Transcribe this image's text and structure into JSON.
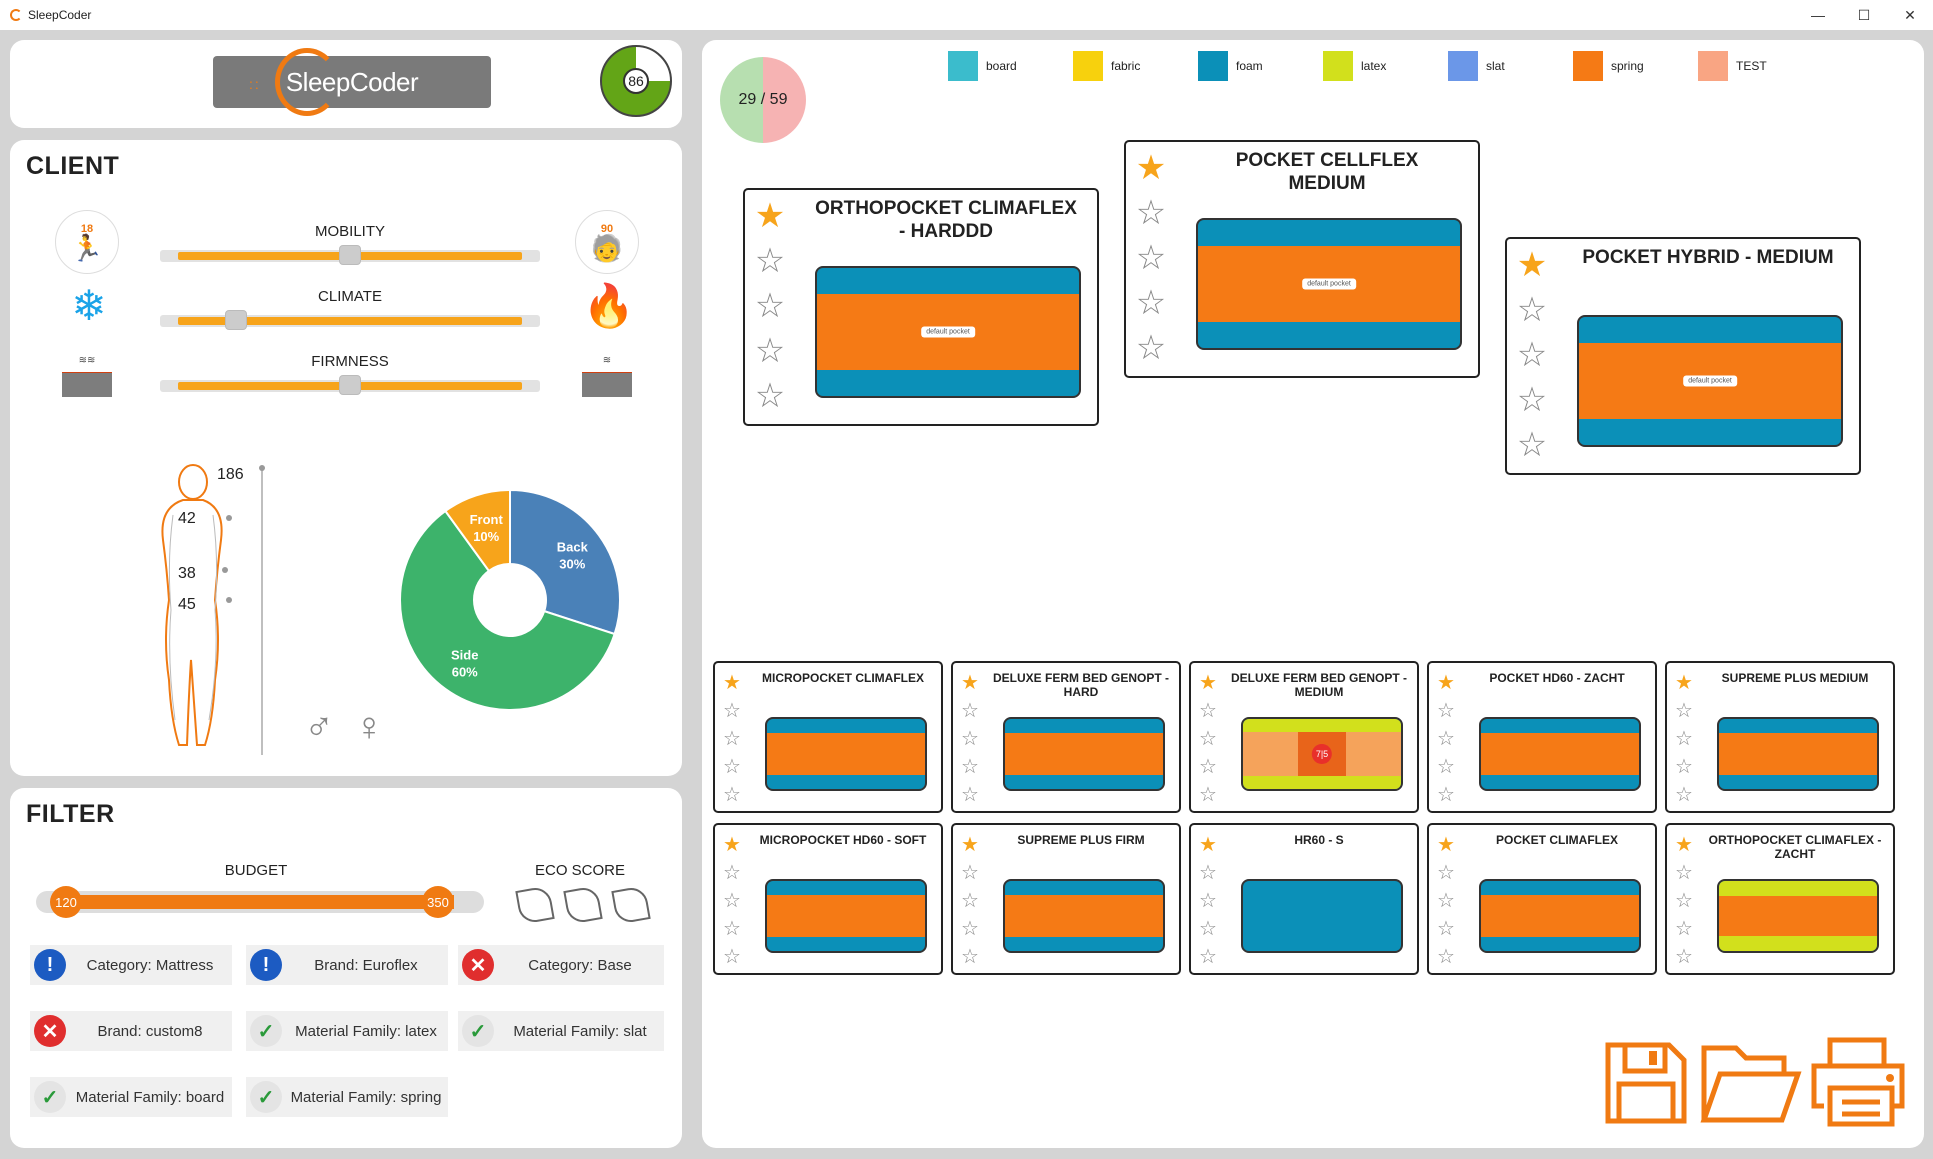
{
  "window": {
    "title": "SleepCoder",
    "minimize": "—",
    "maximize": "☐",
    "close": "✕"
  },
  "logo": {
    "text": "SleepCoder",
    "dots": "::"
  },
  "score": {
    "value": "86",
    "fraction": 0.75
  },
  "client": {
    "title": "CLIENT",
    "age_min": "18",
    "age_max": "90",
    "sliders": [
      {
        "label": "MOBILITY",
        "value": 0.5
      },
      {
        "label": "CLIMATE",
        "value": 0.2
      },
      {
        "label": "FIRMNESS",
        "value": 0.5
      }
    ],
    "height": "186",
    "measurements": [
      "42",
      "38",
      "45"
    ],
    "positions": [
      {
        "label": "Back",
        "pct": "30%",
        "value": 30,
        "color": "#4a81b8"
      },
      {
        "label": "Side",
        "pct": "60%",
        "value": 60,
        "color": "#3db36b"
      },
      {
        "label": "Front",
        "pct": "10%",
        "value": 10,
        "color": "#f7a41b"
      }
    ],
    "male_symbol": "♂",
    "female_symbol": "♀"
  },
  "filter": {
    "title": "FILTER",
    "budget_label": "BUDGET",
    "budget_min": "120",
    "budget_max": "350",
    "eco_label": "ECO SCORE",
    "chips": [
      {
        "status": "info",
        "text": "Category: Mattress"
      },
      {
        "status": "info",
        "text": "Brand: Euroflex"
      },
      {
        "status": "bad",
        "text": "Category: Base"
      },
      {
        "status": "bad",
        "text": "Brand: custom8"
      },
      {
        "status": "ok",
        "text": "Material Family: latex"
      },
      {
        "status": "ok",
        "text": "Material Family: slat"
      },
      {
        "status": "ok",
        "text": "Material Family: board"
      },
      {
        "status": "ok",
        "text": "Material Family: spring"
      }
    ]
  },
  "results": {
    "count": "29 / 59",
    "legend": [
      {
        "name": "board",
        "color": "#3bbccc"
      },
      {
        "name": "fabric",
        "color": "#f7d10d"
      },
      {
        "name": "foam",
        "color": "#0b90b8"
      },
      {
        "name": "latex",
        "color": "#d2e01c"
      },
      {
        "name": "slat",
        "color": "#6b97e8"
      },
      {
        "name": "spring",
        "color": "#f57a15"
      },
      {
        "name": "TEST",
        "color": "#f9a583"
      }
    ],
    "top": [
      {
        "title": "ORTHOPOCKET CLIMAFLEX - HARDDD",
        "stars": 1,
        "core": "default pocket"
      },
      {
        "title": "POCKET CELLFLEX MEDIUM",
        "stars": 1,
        "core": "default pocket"
      },
      {
        "title": "POCKET HYBRID - MEDIUM",
        "stars": 1,
        "core": "default pocket"
      }
    ],
    "grid": [
      {
        "title": "MICROPOCKET CLIMAFLEX",
        "stars": 1,
        "type": "spring"
      },
      {
        "title": "DELUXE FERM BED GENOPT - HARD",
        "stars": 1,
        "type": "spring"
      },
      {
        "title": "DELUXE FERM BED GENOPT - MEDIUM",
        "stars": 1,
        "type": "zones",
        "badge": "7|5"
      },
      {
        "title": "POCKET HD60 - ZACHT",
        "stars": 1,
        "type": "spring"
      },
      {
        "title": "SUPREME PLUS MEDIUM",
        "stars": 1,
        "type": "spring"
      },
      {
        "title": "MICROPOCKET HD60 - SOFT",
        "stars": 1,
        "type": "spring"
      },
      {
        "title": "SUPREME PLUS FIRM",
        "stars": 1,
        "type": "spring"
      },
      {
        "title": "HR60 - S",
        "stars": 1,
        "type": "foam"
      },
      {
        "title": "POCKET CLIMAFLEX",
        "stars": 1,
        "type": "spring"
      },
      {
        "title": "ORTHOPOCKET CLIMAFLEX - ZACHT",
        "stars": 1,
        "type": "latex"
      }
    ]
  },
  "actions": {
    "save": "save-icon",
    "open": "folder-icon",
    "print": "printer-icon"
  }
}
